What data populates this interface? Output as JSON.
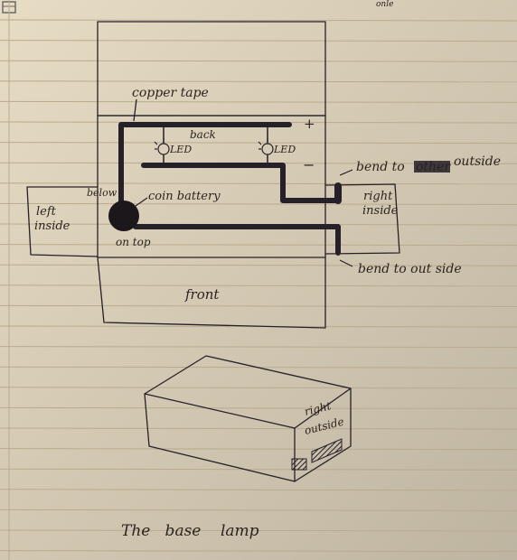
{
  "notebook": {
    "paper_color": "#e7dcc4",
    "line_color": "#b9aa8e",
    "ink_color": "#262028",
    "header_scribble": "onle"
  },
  "diagram": {
    "panel_labels": {
      "copper_tape": "copper tape",
      "back": "back",
      "front": "front",
      "left_inside": [
        "left",
        "inside"
      ],
      "right_inside": [
        "right",
        "inside"
      ]
    },
    "components": {
      "led_left": "LED",
      "led_right": "LED",
      "battery": "coin battery",
      "below": "below",
      "on_top": "on top",
      "plus": "+",
      "minus": "−"
    },
    "notes": {
      "bend_top_start": "bend to",
      "bend_top_crossed": "other",
      "bend_top_end": "outside",
      "bend_bottom": "bend to out side"
    },
    "box_sketch": {
      "right_outside": [
        "right",
        "outside"
      ]
    },
    "caption": "The   base    lamp"
  }
}
